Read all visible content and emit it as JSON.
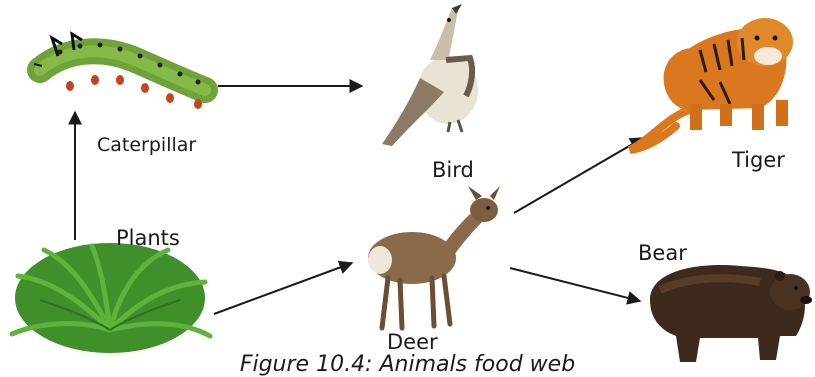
{
  "labels": {
    "caterpillar": "Caterpillar",
    "bird": "Bird",
    "tiger": "Tiger",
    "plants": "Plants",
    "deer": "Deer",
    "bear": "Bear"
  },
  "caption": "Figure 10.4: Animals food web",
  "icons": [
    "caterpillar-icon",
    "bird-icon",
    "tiger-icon",
    "plants-icon",
    "deer-icon",
    "bear-icon"
  ],
  "colors": {
    "arrow": "#1a1a1a",
    "caterpillar": "#6fa33a",
    "bird": "#8a7a66",
    "tiger": "#d9781e",
    "plants": "#3f8f2a",
    "deer": "#8b6a4a",
    "bear": "#3e2a1c"
  }
}
